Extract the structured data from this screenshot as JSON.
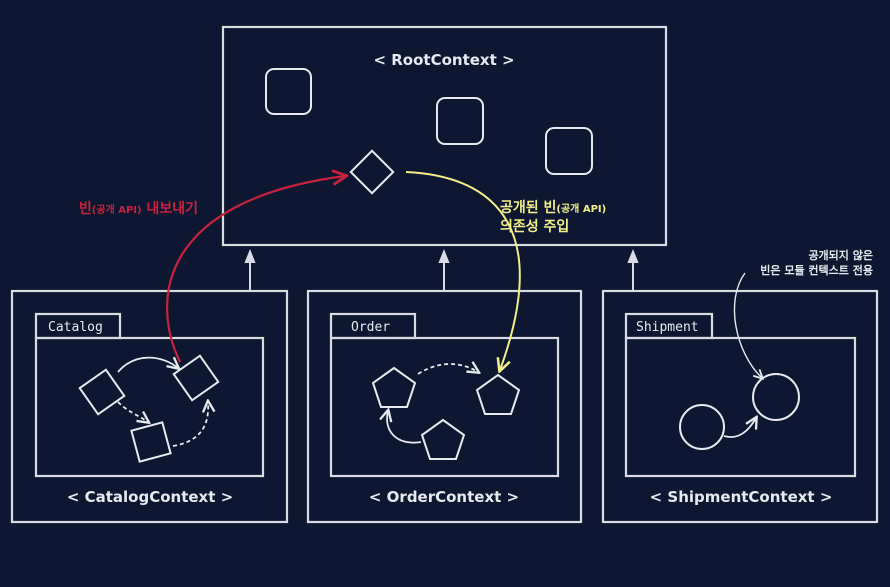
{
  "root": {
    "title": "< RootContext >"
  },
  "contexts": [
    {
      "tab": "Catalog",
      "title": "< CatalogContext >"
    },
    {
      "tab": "Order",
      "title": "< OrderContext >"
    },
    {
      "tab": "Shipment",
      "title": "< ShipmentContext >"
    }
  ],
  "annotations": {
    "export": {
      "bean": "빈",
      "api": "(공개 API)",
      "rest": " 내보내기"
    },
    "inject": {
      "line1_main": "공개된 빈",
      "line1_api": "(공개 API)",
      "line2": "의존성 주입"
    },
    "private": {
      "line1": "공개되지 않은",
      "line2": "빈은 모듈 컨텍스트 전용"
    }
  },
  "colors": {
    "background": "#0d1731",
    "line": "#d8dbe2",
    "export_arrow": "#c8213f",
    "inject_arrow": "#f2ee8a"
  }
}
